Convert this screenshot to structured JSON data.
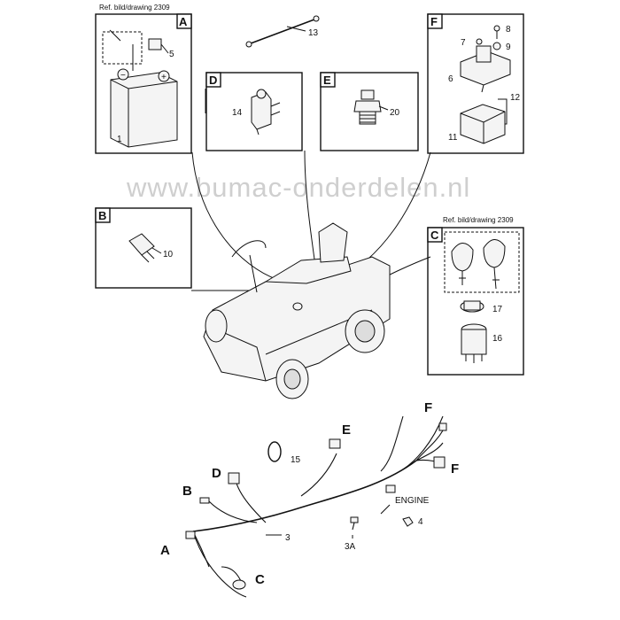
{
  "watermark": "www.bumac-onderdelen.nl",
  "ref_text_a": "Ref. bild/drawing 2309",
  "ref_text_c": "Ref. bild/drawing 2309",
  "boxes": {
    "a": "A",
    "b": "B",
    "c": "C",
    "d": "D",
    "e": "E",
    "f": "F"
  },
  "callouts": {
    "n1": "1",
    "n3": "3",
    "n3a": "3A",
    "n4": "4",
    "n5": "5",
    "n6": "6",
    "n7": "7",
    "n8": "8",
    "n9": "9",
    "n10": "10",
    "n11": "11",
    "n12": "12",
    "n13": "13",
    "n14": "14",
    "n15": "15",
    "n16": "16",
    "n17": "17",
    "n20": "20"
  },
  "harness": {
    "a": "A",
    "b": "B",
    "c": "C",
    "d": "D",
    "e": "E",
    "f1": "F",
    "f2": "F",
    "engine": "ENGINE"
  }
}
